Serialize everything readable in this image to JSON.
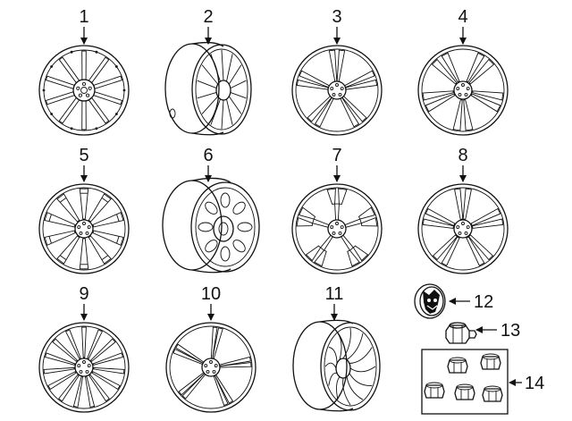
{
  "diagram": {
    "callouts": [
      {
        "id": "1",
        "label": "1",
        "part": "alloy-wheel-10-spoke"
      },
      {
        "id": "2",
        "label": "2",
        "part": "alloy-wheel-side-view"
      },
      {
        "id": "3",
        "label": "3",
        "part": "alloy-wheel-split-spoke"
      },
      {
        "id": "4",
        "label": "4",
        "part": "alloy-wheel-5-twin-spoke"
      },
      {
        "id": "5",
        "label": "5",
        "part": "alloy-wheel-multi-spoke"
      },
      {
        "id": "6",
        "label": "6",
        "part": "steel-spare-wheel"
      },
      {
        "id": "7",
        "label": "7",
        "part": "alloy-wheel-y-spoke"
      },
      {
        "id": "8",
        "label": "8",
        "part": "alloy-wheel-twin-spoke"
      },
      {
        "id": "9",
        "label": "9",
        "part": "alloy-wheel-15-spoke"
      },
      {
        "id": "10",
        "label": "10",
        "part": "alloy-wheel-5-spoke"
      },
      {
        "id": "11",
        "label": "11",
        "part": "alloy-wheel-turbine"
      },
      {
        "id": "12",
        "label": "12",
        "part": "center-cap-emblem"
      },
      {
        "id": "13",
        "label": "13",
        "part": "lug-nut"
      },
      {
        "id": "14",
        "label": "14",
        "part": "lock-nut-set"
      }
    ]
  }
}
